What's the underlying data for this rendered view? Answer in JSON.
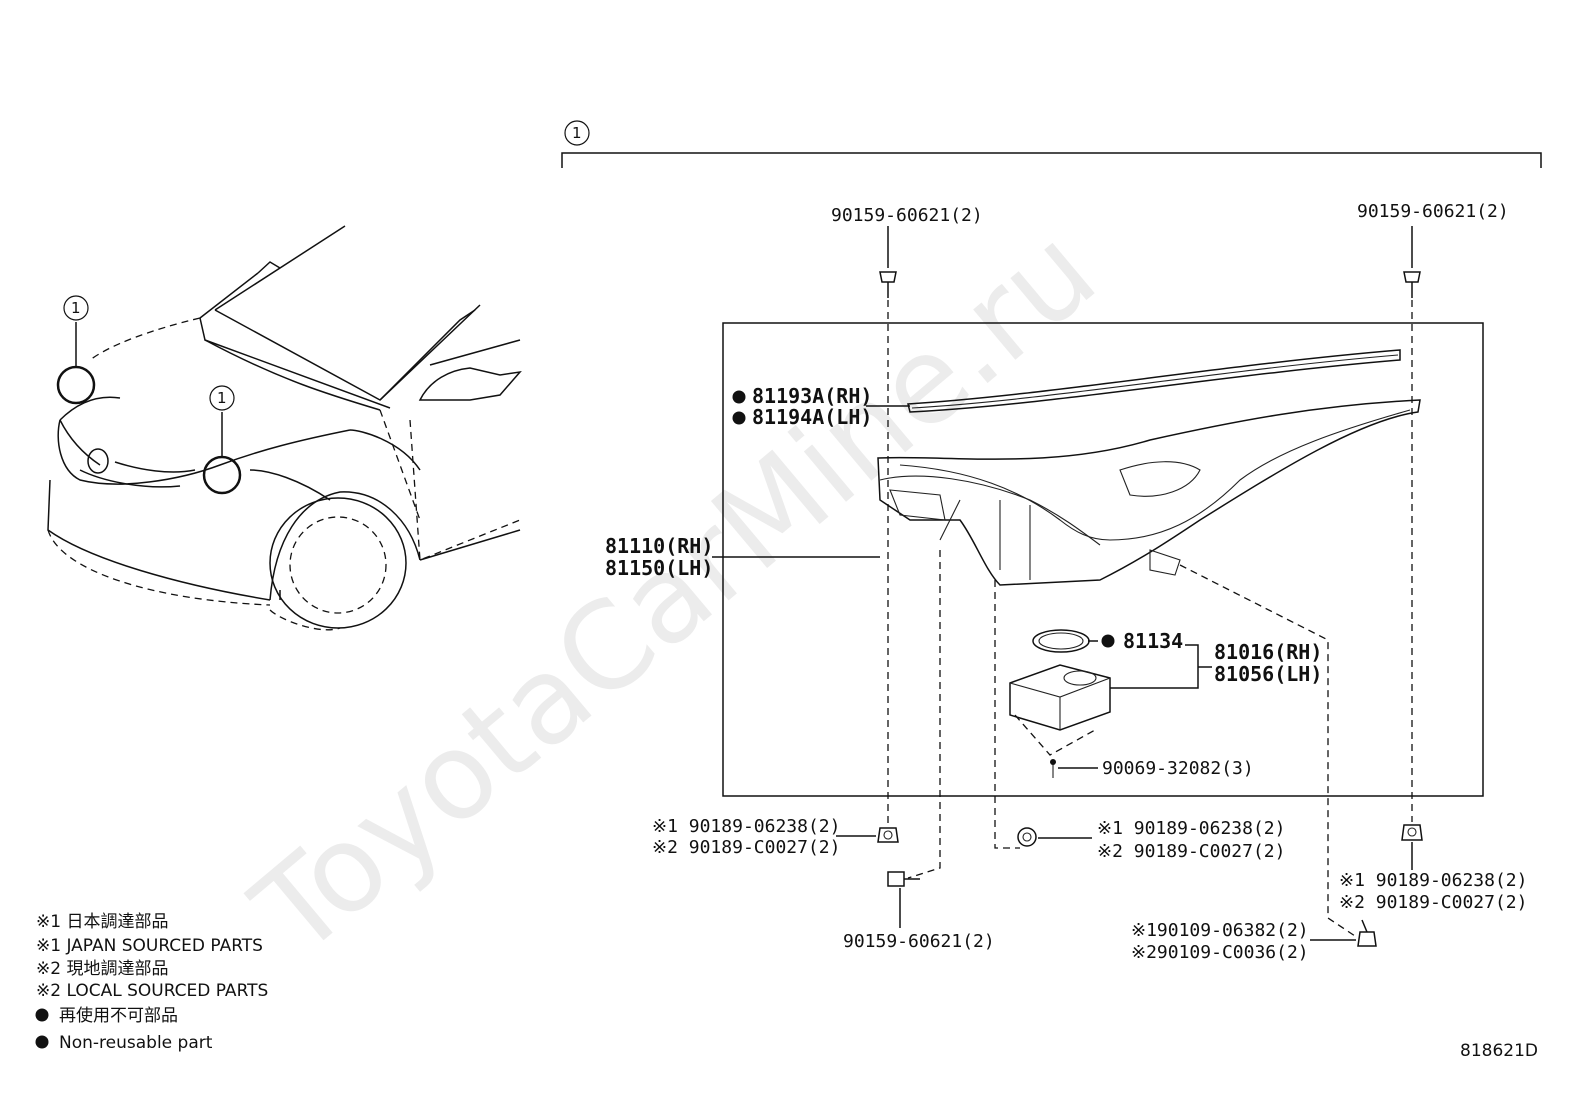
{
  "watermark": "ToyotaCarMine.ru",
  "diagram_id": "818621D",
  "ref_symbol": "1",
  "parts": {
    "retainer_top_left": "90159-60621(2)",
    "retainer_top_right": "90159-60621(2)",
    "seal_rh": "81193A(RH)",
    "seal_lh": "81194A(LH)",
    "headlamp_rh": "81110(RH)",
    "headlamp_lh": "81150(LH)",
    "gasket": "81134",
    "computer_rh": "81016(RH)",
    "computer_lh": "81056(LH)",
    "screw": "90069-32082(3)",
    "nut_left_1": "※1 90189-06238(2)",
    "nut_left_2": "※2 90189-C0027(2)",
    "nut_mid_1": "※1 90189-06238(2)",
    "nut_mid_2": "※2 90189-C0027(2)",
    "nut_right_1": "※1 90189-06238(2)",
    "nut_right_2": "※2 90189-C0027(2)",
    "bolt_bottom": "90159-60621(2)",
    "bolt_right_1": "※190109-06382(2)",
    "bolt_right_2": "※290109-C0036(2)"
  },
  "legend": [
    "※1 日本調達部品",
    "※1 JAPAN SOURCED PARTS",
    "※2 現地調達部品",
    "※2 LOCAL SOURCED PARTS",
    "再使用不可部品",
    "Non-reusable part"
  ]
}
